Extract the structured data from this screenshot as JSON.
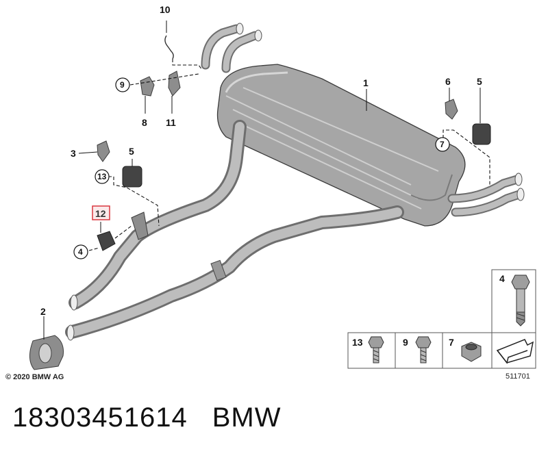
{
  "callouts": {
    "c1": "1",
    "c2": "2",
    "c3": "3",
    "c4a": "4",
    "c5a": "5",
    "c5b": "5",
    "c6": "6",
    "c7a": "7",
    "c8": "8",
    "c9a": "9",
    "c10": "10",
    "c11": "11",
    "c12": "12",
    "c13a": "13"
  },
  "fastener_table": {
    "item_13": "13",
    "item_9": "9",
    "item_7": "7",
    "item_4": "4"
  },
  "copyright": "© 2020 BMW AG",
  "diagram_ref": "511701",
  "part_number": "18303451614",
  "brand": "BMW",
  "colors": {
    "highlight": "#d9363e",
    "pipe": "#9a9a9a",
    "outline": "#3a3a3a"
  }
}
